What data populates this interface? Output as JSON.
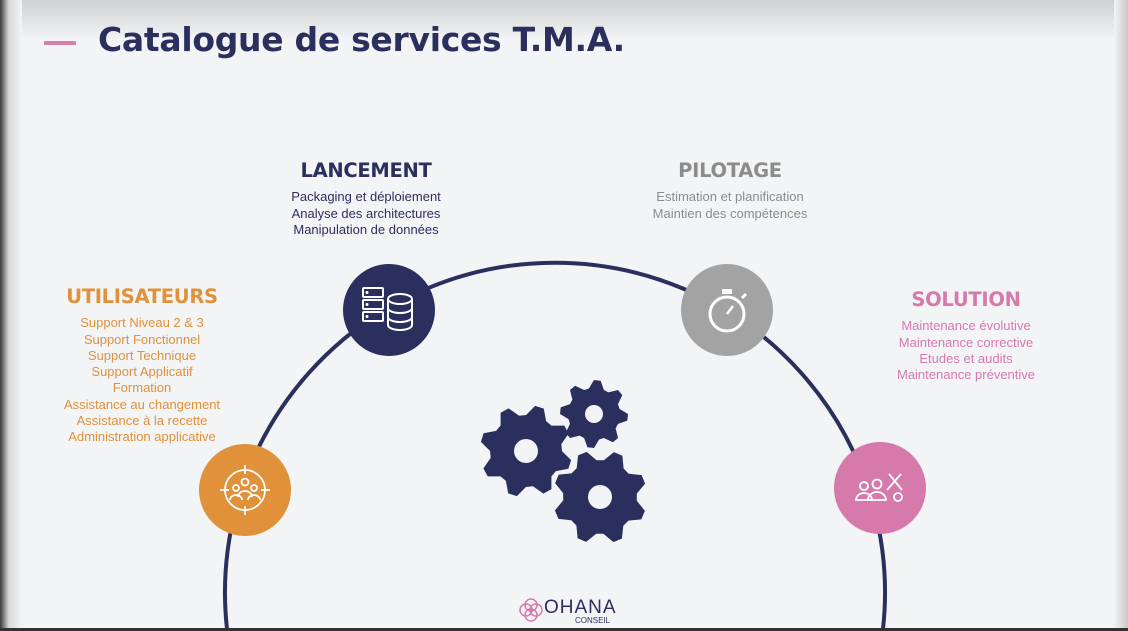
{
  "title": "Catalogue de services T.M.A.",
  "colors": {
    "navy": "#2b2f5e",
    "orange": "#e0913a",
    "pink": "#d67aab",
    "grey": "#8c8c8c"
  },
  "sections": {
    "lancement": {
      "heading": "LANCEMENT",
      "items": [
        "Packaging et déploiement",
        "Analyse des architectures",
        "Manipulation de données"
      ],
      "icon": "server-database-icon"
    },
    "pilotage": {
      "heading": "PILOTAGE",
      "items": [
        "Estimation et planification",
        "Maintien des compétences"
      ],
      "icon": "stopwatch-icon"
    },
    "utilisateurs": {
      "heading": "UTILISATEURS",
      "items": [
        "Support Niveau 2 & 3",
        "Support Fonctionnel",
        "Support Technique",
        "Support Applicatif",
        "Formation",
        "Assistance au changement",
        "Assistance à la recette",
        "Administration applicative"
      ],
      "icon": "users-target-icon"
    },
    "solution": {
      "heading": "SOLUTION",
      "items": [
        "Maintenance évolutive",
        "Maintenance corrective",
        "Etudes et audits",
        "Maintenance préventive"
      ],
      "icon": "users-tools-icon"
    }
  },
  "logo": {
    "name": "OHANA",
    "sub": "CONSEIL"
  }
}
